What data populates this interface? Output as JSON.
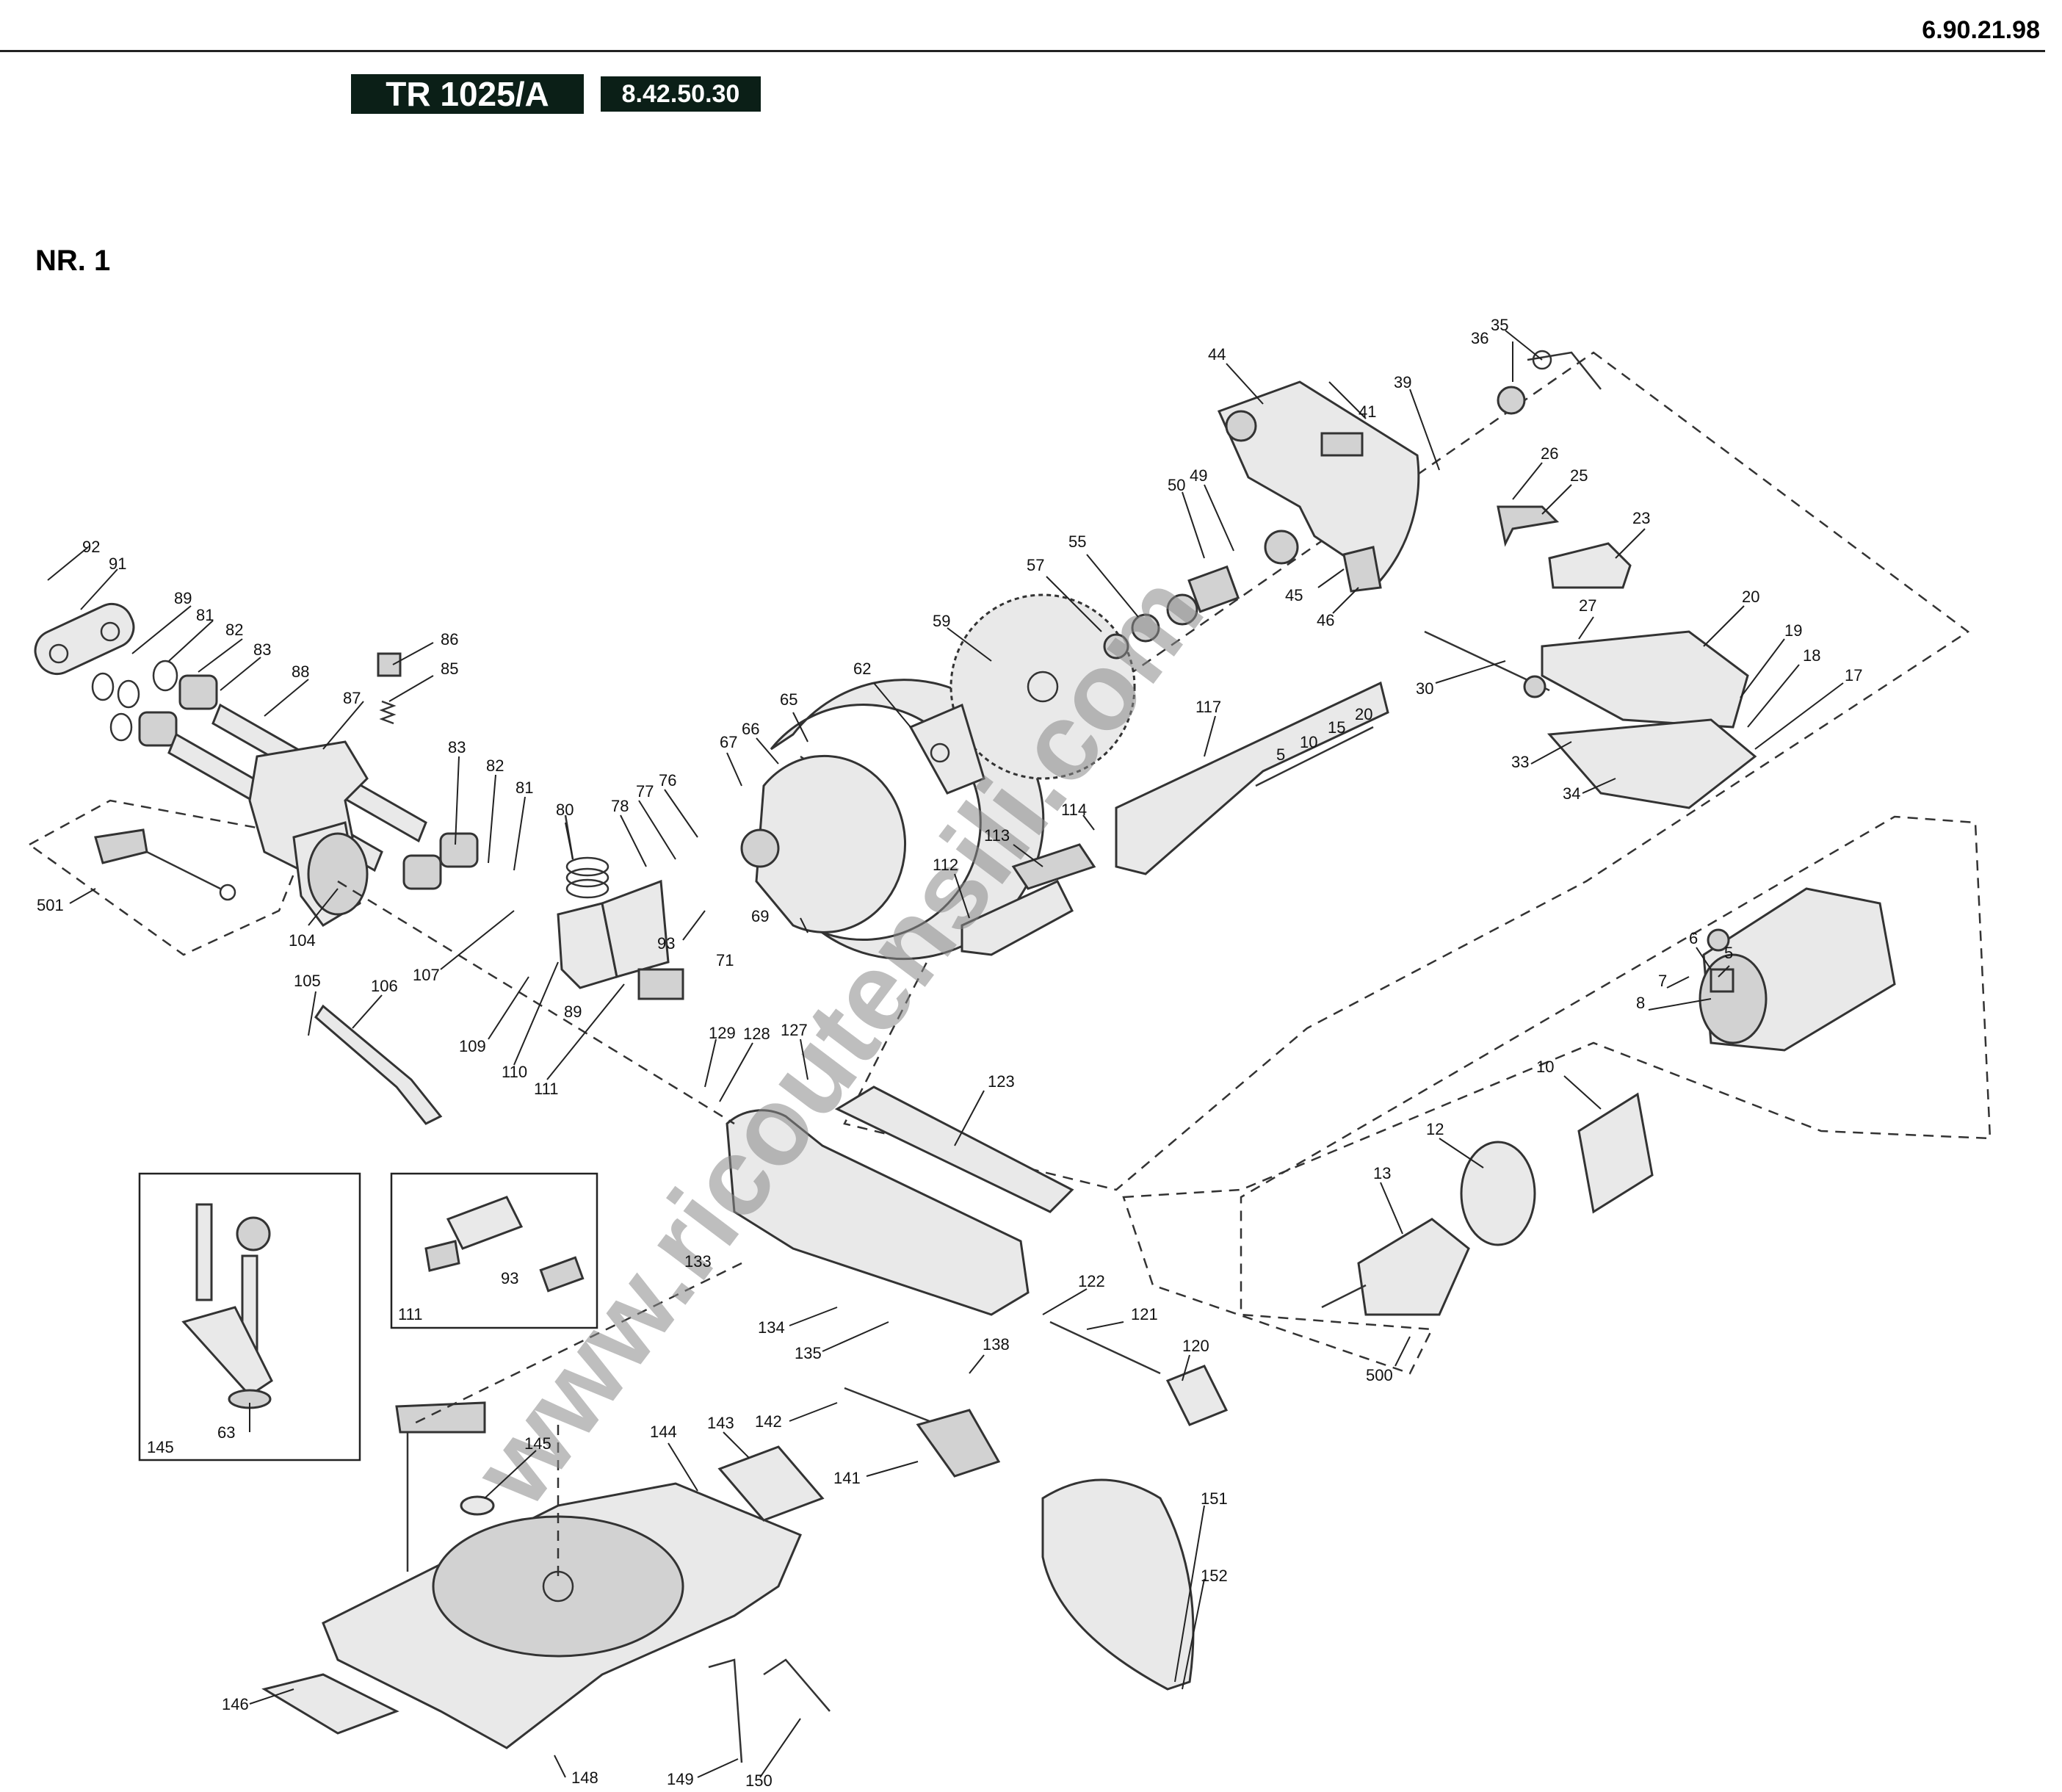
{
  "header": {
    "doc_code": "6.90.21.98",
    "model": "TR 1025/A",
    "model_code": "8.42.50.30",
    "sheet_label": "NR. 1"
  },
  "watermark": "www.ricoutensili.com",
  "callouts": [
    {
      "id": "c92",
      "text": "92"
    },
    {
      "id": "c91",
      "text": "91"
    },
    {
      "id": "c89a",
      "text": "89"
    },
    {
      "id": "c81a",
      "text": "81"
    },
    {
      "id": "c82a",
      "text": "82"
    },
    {
      "id": "c83a",
      "text": "83"
    },
    {
      "id": "c88",
      "text": "88"
    },
    {
      "id": "c87",
      "text": "87"
    },
    {
      "id": "c86",
      "text": "86"
    },
    {
      "id": "c85",
      "text": "85"
    },
    {
      "id": "c83b",
      "text": "83"
    },
    {
      "id": "c82b",
      "text": "82"
    },
    {
      "id": "c81b",
      "text": "81"
    },
    {
      "id": "c80",
      "text": "80"
    },
    {
      "id": "c78",
      "text": "78"
    },
    {
      "id": "c77",
      "text": "77"
    },
    {
      "id": "c76",
      "text": "76"
    },
    {
      "id": "c501",
      "text": "501"
    },
    {
      "id": "c104",
      "text": "104"
    },
    {
      "id": "c107",
      "text": "107"
    },
    {
      "id": "c93a",
      "text": "93"
    },
    {
      "id": "c71",
      "text": "71"
    },
    {
      "id": "c105",
      "text": "105"
    },
    {
      "id": "c106",
      "text": "106"
    },
    {
      "id": "c109",
      "text": "109"
    },
    {
      "id": "c89b",
      "text": "89"
    },
    {
      "id": "c110",
      "text": "110"
    },
    {
      "id": "c111a",
      "text": "111"
    },
    {
      "id": "c66",
      "text": "66"
    },
    {
      "id": "c65",
      "text": "65"
    },
    {
      "id": "c67",
      "text": "67"
    },
    {
      "id": "c62",
      "text": "62"
    },
    {
      "id": "c69",
      "text": "69"
    },
    {
      "id": "c59",
      "text": "59"
    },
    {
      "id": "c57",
      "text": "57"
    },
    {
      "id": "c55",
      "text": "55"
    },
    {
      "id": "c50",
      "text": "50"
    },
    {
      "id": "c49",
      "text": "49"
    },
    {
      "id": "c44",
      "text": "44"
    },
    {
      "id": "c41",
      "text": "41"
    },
    {
      "id": "c39",
      "text": "39"
    },
    {
      "id": "c36",
      "text": "36"
    },
    {
      "id": "c35",
      "text": "35"
    },
    {
      "id": "c26",
      "text": "26"
    },
    {
      "id": "c25",
      "text": "25"
    },
    {
      "id": "c45",
      "text": "45"
    },
    {
      "id": "c46",
      "text": "46"
    },
    {
      "id": "c23",
      "text": "23"
    },
    {
      "id": "c27",
      "text": "27"
    },
    {
      "id": "c20",
      "text": "20"
    },
    {
      "id": "c30",
      "text": "30"
    },
    {
      "id": "c19",
      "text": "19"
    },
    {
      "id": "c18",
      "text": "18"
    },
    {
      "id": "c17",
      "text": "17"
    },
    {
      "id": "c33",
      "text": "33"
    },
    {
      "id": "c34",
      "text": "34"
    },
    {
      "id": "c117",
      "text": "117"
    },
    {
      "id": "c114",
      "text": "114"
    },
    {
      "id": "c113",
      "text": "113"
    },
    {
      "id": "c112",
      "text": "112"
    },
    {
      "id": "c6",
      "text": "6"
    },
    {
      "id": "c5",
      "text": "5"
    },
    {
      "id": "c7",
      "text": "7"
    },
    {
      "id": "c8",
      "text": "8"
    },
    {
      "id": "c10",
      "text": "10"
    },
    {
      "id": "c12",
      "text": "12"
    },
    {
      "id": "c13",
      "text": "13"
    },
    {
      "id": "c500",
      "text": "500"
    },
    {
      "id": "c129",
      "text": "129"
    },
    {
      "id": "c128",
      "text": "128"
    },
    {
      "id": "c127",
      "text": "127"
    },
    {
      "id": "c123",
      "text": "123"
    },
    {
      "id": "c133",
      "text": "133"
    },
    {
      "id": "c122",
      "text": "122"
    },
    {
      "id": "c121",
      "text": "121"
    },
    {
      "id": "c120",
      "text": "120"
    },
    {
      "id": "c134",
      "text": "134"
    },
    {
      "id": "c135",
      "text": "135"
    },
    {
      "id": "c138",
      "text": "138"
    },
    {
      "id": "c142",
      "text": "142"
    },
    {
      "id": "c141",
      "text": "141"
    },
    {
      "id": "c143",
      "text": "143"
    },
    {
      "id": "c144",
      "text": "144"
    },
    {
      "id": "c145a",
      "text": "145"
    },
    {
      "id": "c145b",
      "text": "145"
    },
    {
      "id": "c63",
      "text": "63"
    },
    {
      "id": "c111b",
      "text": "111"
    },
    {
      "id": "c93b",
      "text": "93"
    },
    {
      "id": "c146",
      "text": "146"
    },
    {
      "id": "c148",
      "text": "148"
    },
    {
      "id": "c149",
      "text": "149"
    },
    {
      "id": "c150",
      "text": "150"
    },
    {
      "id": "c151",
      "text": "151"
    },
    {
      "id": "c152",
      "text": "152"
    },
    {
      "id": "c5b",
      "text": "5"
    },
    {
      "id": "c10b",
      "text": "10"
    },
    {
      "id": "c15",
      "text": "15"
    },
    {
      "id": "c20b",
      "text": "20"
    }
  ]
}
